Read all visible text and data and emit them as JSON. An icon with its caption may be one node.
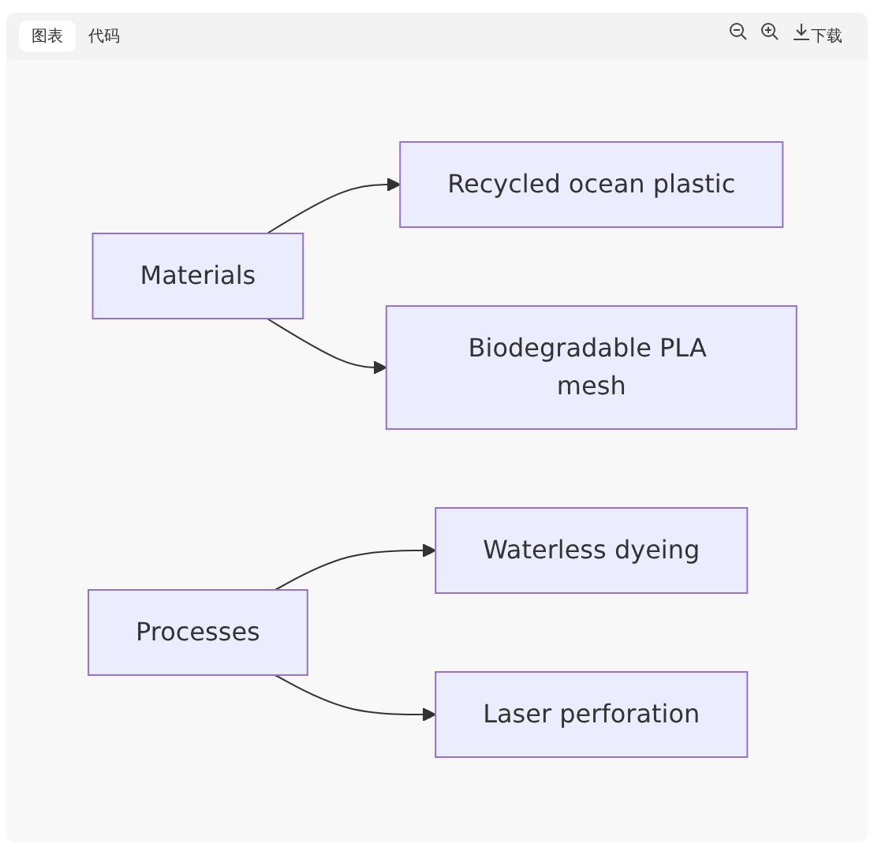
{
  "diagram": {
    "nodes": [
      {
        "text": [
          "Materials"
        ]
      },
      {
        "text": [
          "Recycled ocean plastic"
        ]
      },
      {
        "text": [
          "Biodegradable PLA mesh"
        ]
      },
      {
        "text": [
          "Processes"
        ]
      },
      {
        "text": [
          "Waterless dyeing"
        ]
      },
      {
        "text": [
          "Laser perforation"
        ]
      }
    ],
    "edges": [
      {
        "from": 0,
        "to": 1,
        "arrow": "to"
      },
      {
        "from": 0,
        "to": 2,
        "arrow": "to"
      },
      {
        "from": 3,
        "to": 4,
        "arrow": "to"
      },
      {
        "from": 3,
        "to": 5,
        "arrow": "to"
      }
    ],
    "labels": [
      "图表",
      "代码",
      "下载"
    ]
  }
}
